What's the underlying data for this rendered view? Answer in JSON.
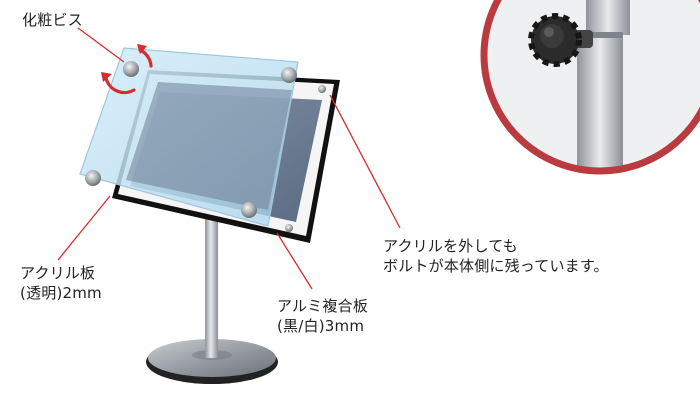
{
  "labels": {
    "screw": "化粧ビス",
    "acrylic_line1": "アクリル板",
    "acrylic_line2": "(透明)2mm",
    "alumi_line1": "アルミ複合板",
    "alumi_line2": "(黒/白)3mm",
    "note_line1": "アクリルを外しても",
    "note_line2": "ボルトが本体側に残っています。"
  },
  "colors": {
    "accent_red": "#d42d2d",
    "circle_border": "#b93b40",
    "acrylic_fill": "#bfe1f1",
    "panel_fill": "#6e7e94",
    "pole": "#b0b4b8",
    "base": "#9a9fa4",
    "knob": "#2b2b2b"
  },
  "icons": {
    "rotate": "rotation-arrows-icon",
    "knob": "adjustment-knob-icon"
  }
}
